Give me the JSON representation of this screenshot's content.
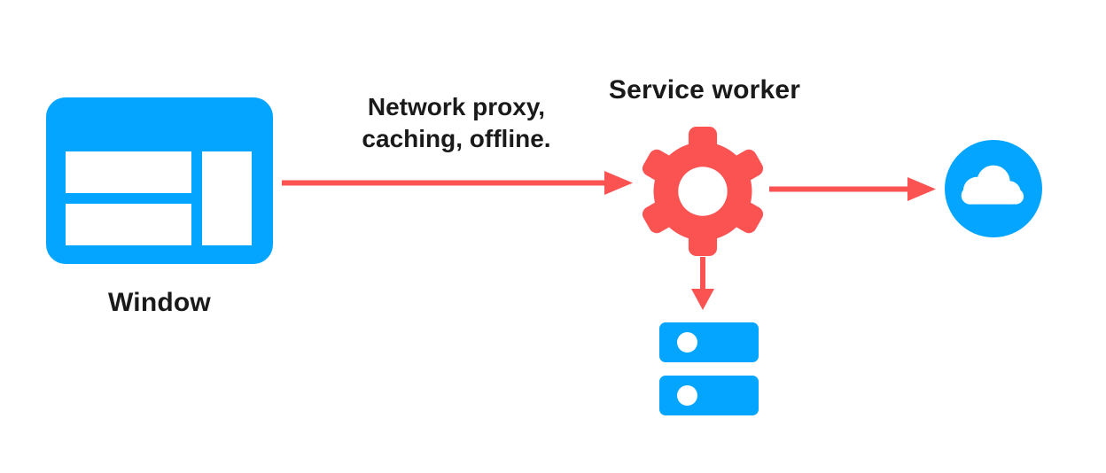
{
  "diagram": {
    "title_text": "Service worker architecture diagram",
    "colors": {
      "blue": "#03A5FF",
      "red": "#FB5252",
      "text": "#1A1A1A",
      "background": "#FFFFFF"
    },
    "nodes": {
      "window": {
        "label": "Window",
        "icon": "browser-window-icon"
      },
      "service_worker": {
        "label": "Service worker",
        "icon": "gear-icon"
      },
      "cloud": {
        "label": "",
        "icon": "cloud-icon"
      },
      "cache_storage": {
        "label": "",
        "icon": "database-icon"
      }
    },
    "edges": {
      "window_to_worker": {
        "caption_line1": "Network proxy,",
        "caption_line2": "caching, offline.",
        "direction": "right"
      },
      "worker_to_cloud": {
        "caption": "",
        "direction": "right"
      },
      "worker_to_cache": {
        "caption": "",
        "direction": "down"
      }
    }
  }
}
